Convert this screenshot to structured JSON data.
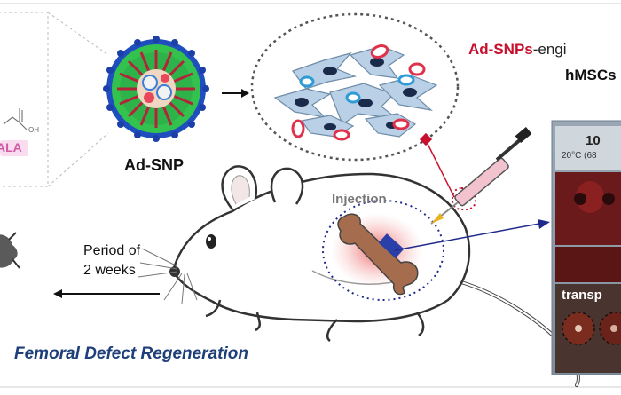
{
  "labels": {
    "ala": "ALA",
    "oh": "OH",
    "ad_snp": "Ad-SNP",
    "engineered_red": "Ad-SNPs",
    "engineered_rest": "-engi",
    "hmscs": "hMSCs",
    "injection": "Injection",
    "period_line1": "Period of",
    "period_line2": "2 weeks",
    "title": "Femoral Defect Regeneration",
    "photo_number": "10",
    "photo_caption": "20°C (68",
    "transplant": "transp"
  },
  "colors": {
    "ala_pink": "#d05aa6",
    "engineered_red": "#c8102e",
    "title_blue": "#1f3f7a",
    "arrow_navy": "#1f2a8c"
  }
}
